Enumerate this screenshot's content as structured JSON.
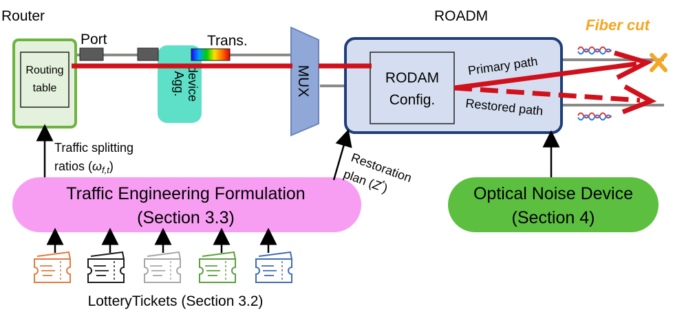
{
  "labels": {
    "router": "Router",
    "roadm": "ROADM",
    "fiber_cut": "Fiber cut",
    "port": "Port",
    "trans": "Trans.",
    "routing_table_line1": "Routing",
    "routing_table_line2": "table",
    "agg_line1": "Agg.",
    "agg_line2": "device",
    "mux": "MUX",
    "config_line1": "RODAM",
    "config_line2": "Config.",
    "primary_path": "Primary path",
    "restored_path": "Restored path",
    "traffic_split_line1": "Traffic splitting",
    "traffic_split_line2": "ratios (",
    "omega_sym": "ω",
    "omega_sub": "f,t",
    "traffic_split_close": ")",
    "restoration_line1": "Restoration",
    "restoration_line2": "plan (",
    "z_sym": "Z",
    "z_sup": "*",
    "restoration_close": ")",
    "te_line1": "Traffic Engineering Formulation",
    "te_line2": "(Section 3.3)",
    "ond_line1": "Optical Noise Device",
    "ond_line2": "(Section 4)",
    "lottery": "LotteryTickets (Section 3.2)"
  },
  "colors": {
    "router_fill": "#e4f1dc",
    "router_border": "#6db33f",
    "roadm_fill": "#d5def0",
    "roadm_border": "#1f3d7a",
    "agg_fill": "#5ee0c8",
    "mux_fill": "#8fa8d8",
    "te_fill": "#f79ef2",
    "ond_fill": "#5cbf3f",
    "red_path": "#d0111b",
    "fiber_cut": "#f5a623",
    "ticket_colors": [
      "#e07a3e",
      "#1a1a1a",
      "#a6a6a6",
      "#5a9e3c",
      "#3f6bb5"
    ]
  },
  "tickets": [
    {
      "name": "ticket-orange"
    },
    {
      "name": "ticket-black"
    },
    {
      "name": "ticket-gray"
    },
    {
      "name": "ticket-green"
    },
    {
      "name": "ticket-blue"
    }
  ]
}
